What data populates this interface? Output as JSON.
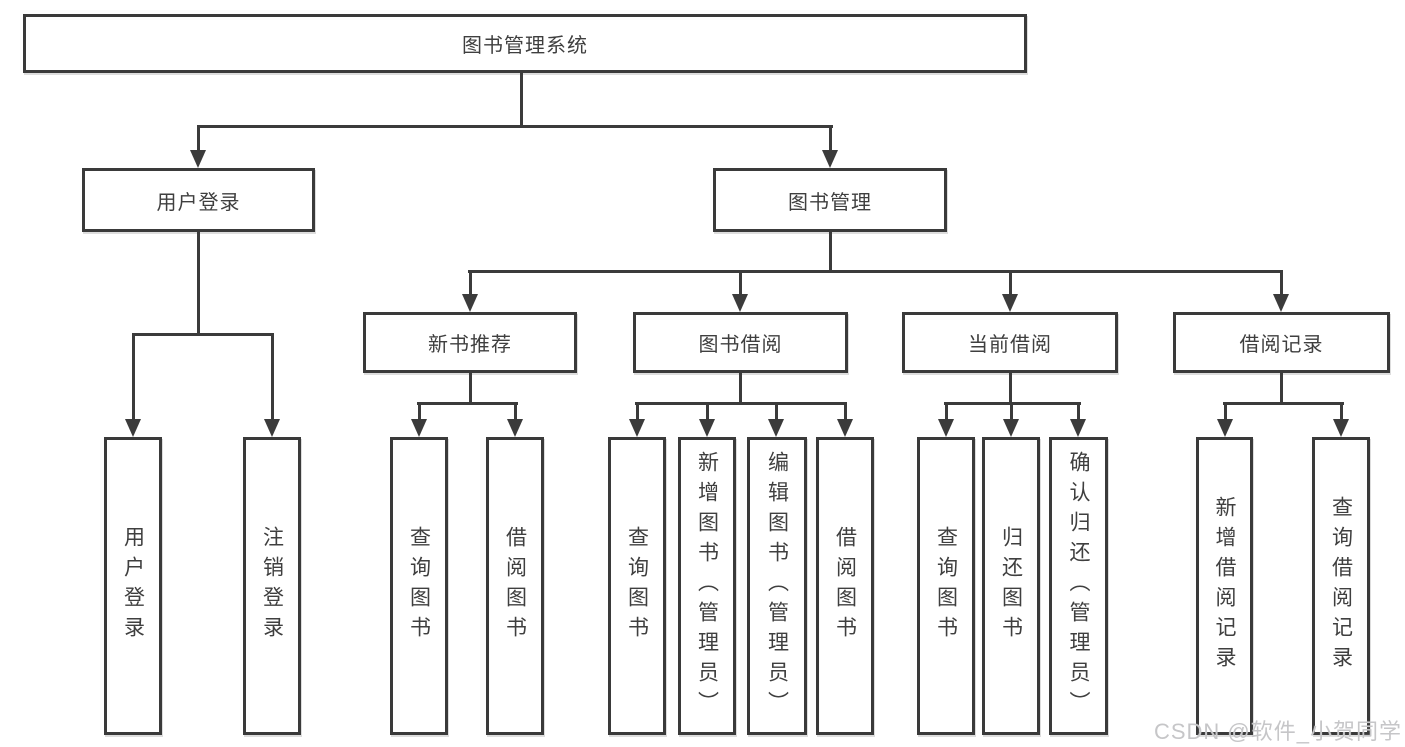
{
  "diagram": {
    "root": "图书管理系统",
    "branches": [
      {
        "label": "用户登录",
        "children": [
          "用户登录",
          "注销登录"
        ]
      },
      {
        "label": "图书管理",
        "children": [
          {
            "label": "新书推荐",
            "children": [
              "查询图书",
              "借阅图书"
            ]
          },
          {
            "label": "图书借阅",
            "children": [
              "查询图书",
              "新增图书（管理员）",
              "编辑图书（管理员）",
              "借阅图书"
            ]
          },
          {
            "label": "当前借阅",
            "children": [
              "查询图书",
              "归还图书",
              "确认归还（管理员）"
            ]
          },
          {
            "label": "借阅记录",
            "children": [
              "新增借阅记录",
              "查询借阅记录"
            ]
          }
        ]
      }
    ]
  },
  "watermark": {
    "text": "CSDN @软件_小贺同学"
  },
  "colors": {
    "line": "#3b3b3b",
    "box_border": "#3a3a3a",
    "text": "#3f3f3f",
    "watermark": "#c6c6c8"
  }
}
